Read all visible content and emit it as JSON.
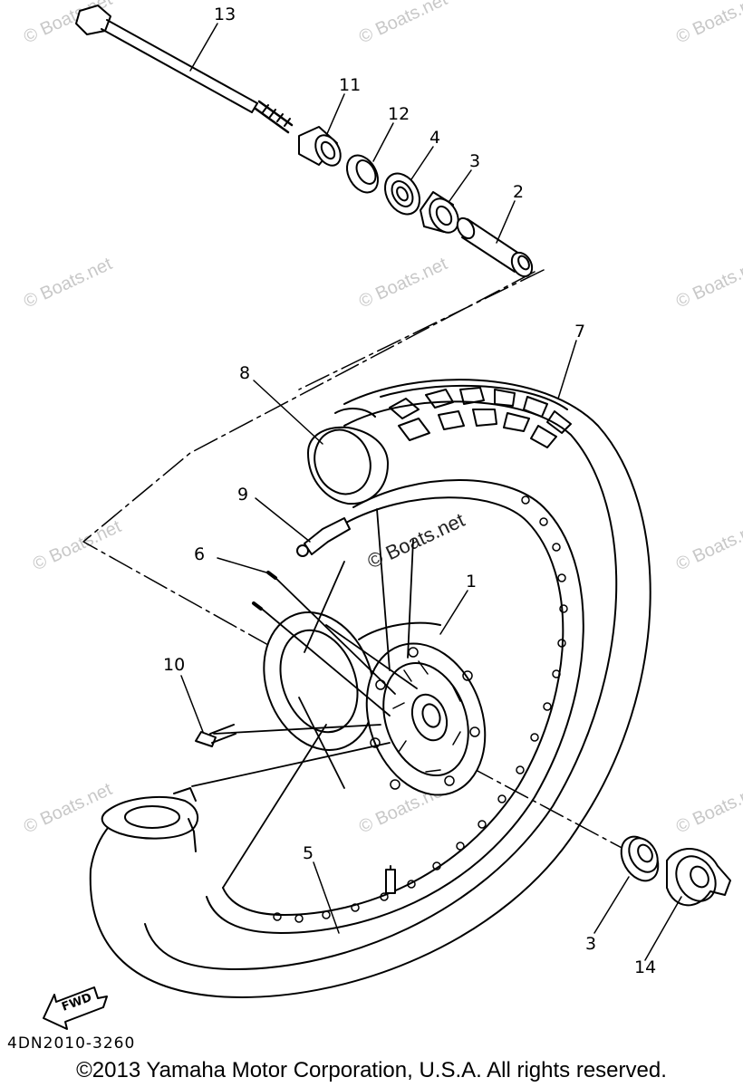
{
  "diagram": {
    "callouts": {
      "c1": "1",
      "c2": "2",
      "c3a": "3",
      "c3b": "3",
      "c4": "4",
      "c5": "5",
      "c6": "6",
      "c7": "7",
      "c8": "8",
      "c9": "9",
      "c10": "10",
      "c11": "11",
      "c12": "12",
      "c13": "13",
      "c14": "14"
    },
    "fwd_label": "FWD",
    "diagram_code": "4DN2010-3260",
    "watermark_center": "© Boats.net",
    "watermark": "© Boats.net"
  },
  "footer": {
    "copyright": "©2013 Yamaha Motor Corporation, U.S.A. All rights reserved."
  }
}
